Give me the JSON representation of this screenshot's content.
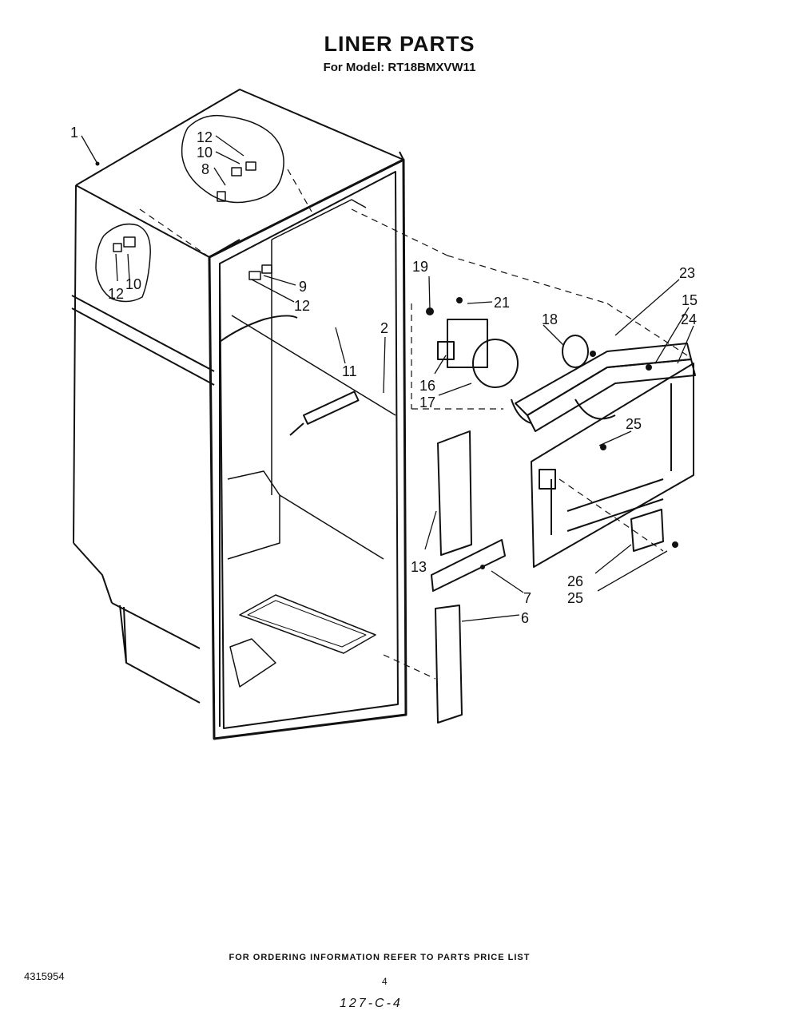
{
  "page": {
    "title": "LINER PARTS",
    "subtitle": "For Model: RT18BMXVW11",
    "footer": "FOR ORDERING INFORMATION REFER TO PARTS PRICE LIST",
    "doc_number": "4315954",
    "page_number": "4",
    "handwritten": "127-C-4"
  },
  "callouts": [
    {
      "id": "c1",
      "text": "1"
    },
    {
      "id": "c12a",
      "text": "12"
    },
    {
      "id": "c10a",
      "text": "10"
    },
    {
      "id": "c8",
      "text": "8"
    },
    {
      "id": "c12b",
      "text": "12"
    },
    {
      "id": "c10b",
      "text": "10"
    },
    {
      "id": "c9",
      "text": "9"
    },
    {
      "id": "c12c",
      "text": "12"
    },
    {
      "id": "c11",
      "text": "11"
    },
    {
      "id": "c2",
      "text": "2"
    },
    {
      "id": "c19",
      "text": "19"
    },
    {
      "id": "c21",
      "text": "21"
    },
    {
      "id": "c18",
      "text": "18"
    },
    {
      "id": "c16",
      "text": "16"
    },
    {
      "id": "c17",
      "text": "17"
    },
    {
      "id": "c23",
      "text": "23"
    },
    {
      "id": "c15",
      "text": "15"
    },
    {
      "id": "c24",
      "text": "24"
    },
    {
      "id": "c25a",
      "text": "25"
    },
    {
      "id": "c13",
      "text": "13"
    },
    {
      "id": "c7",
      "text": "7"
    },
    {
      "id": "c6",
      "text": "6"
    },
    {
      "id": "c26",
      "text": "26"
    },
    {
      "id": "c25b",
      "text": "25"
    }
  ]
}
